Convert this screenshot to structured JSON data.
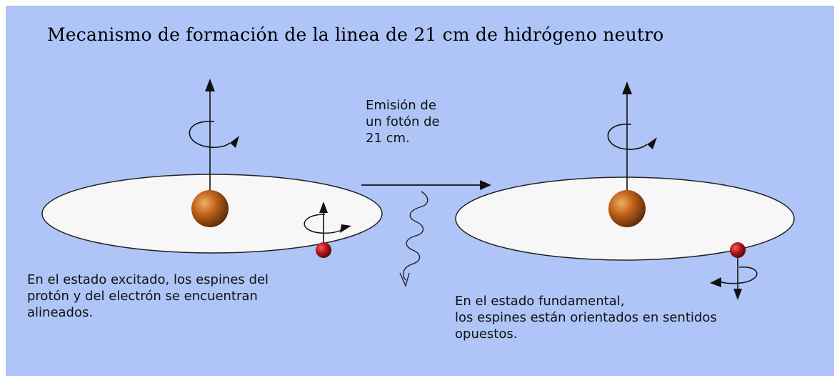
{
  "title": "Mecanismo de formación de la linea de 21 cm de hidrógeno neutro",
  "emission": {
    "lines": [
      "Emisión de",
      "un fotón de",
      "21 cm."
    ]
  },
  "excited_state": {
    "lines": [
      "En el estado excitado, los espines del",
      "protón y del electrón se encuentran",
      "alineados."
    ]
  },
  "ground_state": {
    "lines": [
      "En el estado fundamental,",
      "los espines están orientados en sentidos",
      "opuestos."
    ]
  },
  "colors": {
    "background": "#afc5f7",
    "orbit": "#f7f7f7",
    "proton": "#c0621a",
    "electron": "#b0151c"
  }
}
